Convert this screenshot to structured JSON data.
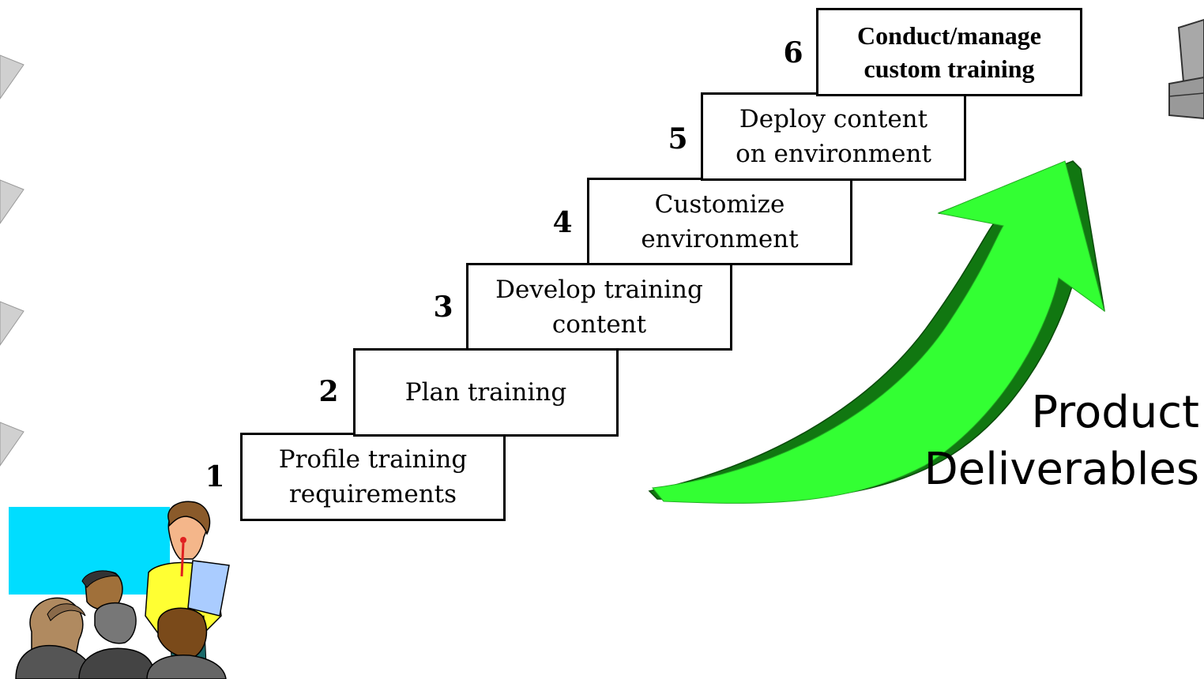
{
  "steps": [
    {
      "number": "1",
      "label_lines": [
        "Profile training",
        "requirements"
      ]
    },
    {
      "number": "2",
      "label_lines": [
        "Plan training"
      ]
    },
    {
      "number": "3",
      "label_lines": [
        "Develop training",
        "content"
      ]
    },
    {
      "number": "4",
      "label_lines": [
        "Customize",
        "environment"
      ]
    },
    {
      "number": "5",
      "label_lines": [
        "Deploy content",
        "on environment"
      ]
    },
    {
      "number": "6",
      "label_lines": [
        "Conduct/manage",
        "custom training"
      ]
    }
  ],
  "deliverables_label": [
    "Product",
    "Deliverables"
  ],
  "colors": {
    "arrow_face": "#33ff33",
    "arrow_side": "#117711",
    "chalkboard": "#00ddff",
    "tab_gray": "#cccccc"
  },
  "icons": [
    "presenter-with-audience-clipart",
    "stacked-boxes-clipart",
    "page-tab-icon"
  ]
}
